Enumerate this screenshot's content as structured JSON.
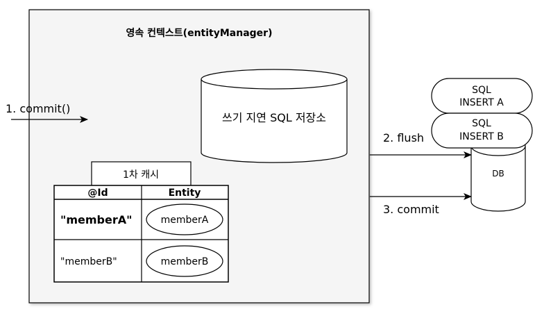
{
  "context": {
    "title": "영속 컨텍스트(entityManager)"
  },
  "write_store": {
    "label": "쓰기 지연 SQL 저장소"
  },
  "first_level_cache": {
    "tab_label": "1차 캐시",
    "columns": [
      "@Id",
      "Entity"
    ],
    "rows": [
      {
        "id": "\"memberA\"",
        "entity": "memberA"
      },
      {
        "id": "\"memberB\"",
        "entity": "memberB"
      }
    ]
  },
  "sql_queue": [
    {
      "line1": "SQL",
      "line2": "INSERT A"
    },
    {
      "line1": "SQL",
      "line2": "INSERT B"
    }
  ],
  "db": {
    "label": "DB"
  },
  "arrows": {
    "commit_in": "1. commit()",
    "flush": "2. flush",
    "commit": "3. commit"
  },
  "colors": {
    "context_fill": "#f5f5f5",
    "stroke": "#000000"
  }
}
